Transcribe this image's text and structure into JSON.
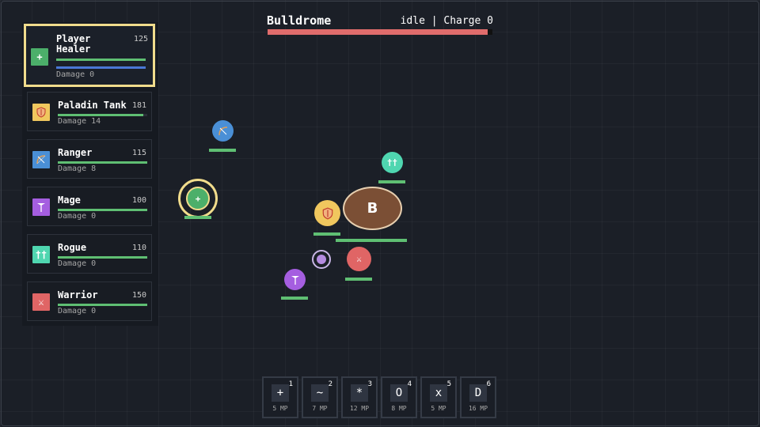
{
  "boss": {
    "name": "Bulldrome",
    "status": "idle | Charge 0",
    "hp_fraction": 0.98,
    "marker": "B",
    "color": "#7b4f35"
  },
  "party": [
    {
      "name": "Player\nHealer",
      "hp": "125",
      "damage": "Damage 0",
      "icon": "+",
      "icon_name": "plus-icon",
      "color": "#4caf6a",
      "hp_fraction": 1.0,
      "mana_fraction": 1.0,
      "selected": true
    },
    {
      "name": "Paladin Tank",
      "hp": "181",
      "damage": "Damage 14",
      "icon": "shield",
      "icon_name": "shield-icon",
      "color": "#f0c75e",
      "hp_fraction": 0.96
    },
    {
      "name": "Ranger",
      "hp": "115",
      "damage": "Damage 8",
      "icon": "bow",
      "icon_name": "bow-icon",
      "color": "#4a8fd6",
      "hp_fraction": 1.0
    },
    {
      "name": "Mage",
      "hp": "100",
      "damage": "Damage 0",
      "icon": "staff",
      "icon_name": "staff-icon",
      "color": "#a55ee0",
      "hp_fraction": 1.0
    },
    {
      "name": "Rogue",
      "hp": "110",
      "damage": "Damage 0",
      "icon": "††",
      "icon_name": "daggers-icon",
      "color": "#4fd6b0",
      "hp_fraction": 1.0
    },
    {
      "name": "Warrior",
      "hp": "150",
      "damage": "Damage 0",
      "icon": "⚔",
      "icon_name": "swords-icon",
      "color": "#e06565",
      "hp_fraction": 1.0
    }
  ],
  "abilities": [
    {
      "key": "+",
      "slot": "1",
      "cost": "5 MP"
    },
    {
      "key": "~",
      "slot": "2",
      "cost": "7 MP"
    },
    {
      "key": "*",
      "slot": "3",
      "cost": "12 MP"
    },
    {
      "key": "O",
      "slot": "4",
      "cost": "8 MP"
    },
    {
      "key": "x",
      "slot": "5",
      "cost": "5 MP"
    },
    {
      "key": "D",
      "slot": "6",
      "cost": "16 MP"
    }
  ],
  "colors": {
    "hp": "#5fbf73",
    "mana": "#4a78d6",
    "boss_hp": "#e06c6c",
    "selection": "#f1dc8c"
  }
}
